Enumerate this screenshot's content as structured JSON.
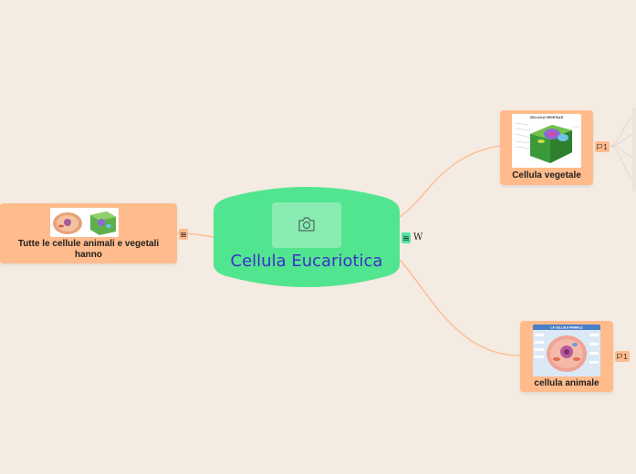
{
  "root": {
    "title": "Cellula Eucariotica",
    "image_icon": "camera-icon",
    "color": "#52e58f"
  },
  "nodes": {
    "vegetale": {
      "label": "Cellula vegetale",
      "image_caption": "CELLULA VEGETALE",
      "comment_count": "1"
    },
    "animale": {
      "label": "cellula animale",
      "image_caption": "LA CELLULA ANIMALE",
      "comment_count": "1"
    },
    "tutte": {
      "label": "Tutte le cellule animali e vegetali hanno"
    }
  },
  "root_badge": {
    "icon": "notes-icon",
    "wiki_label": "W"
  },
  "colors": {
    "background": "#f4ebe3",
    "node": "#ffbb8c",
    "link": "#ffb98a",
    "root": "#52e58f",
    "title": "#3d2fc9"
  }
}
